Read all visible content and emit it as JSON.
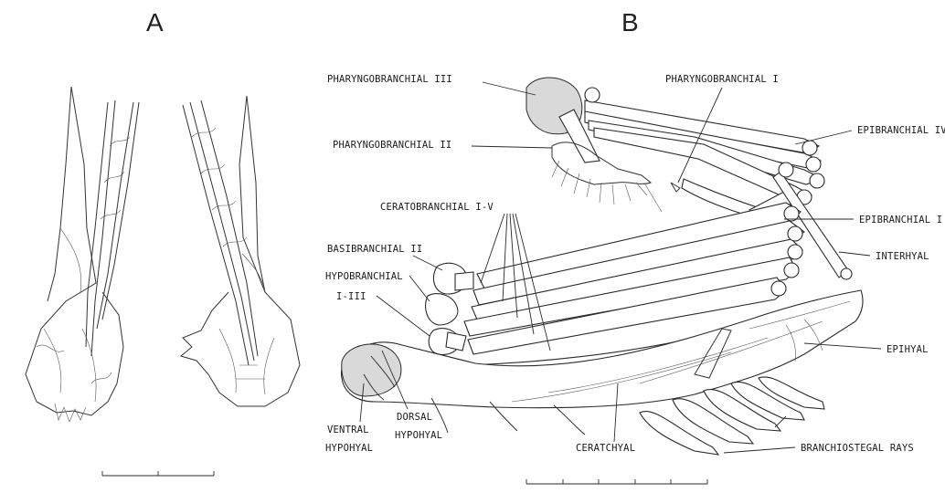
{
  "panels": {
    "a": "A",
    "b": "B"
  },
  "labels": {
    "pharyngobranchial_iii": "PHARYNGOBRANCHIAL III",
    "pharyngobranchial_i": "PHARYNGOBRANCHIAL I",
    "pharyngobranchial_ii": "PHARYNGOBRANCHIAL II",
    "epibranchial_iv": "EPIBRANCHIAL IV",
    "ceratobranchial": "CERATOBRANCHIAL I-V",
    "epibranchial_i": "EPIBRANCHIAL I",
    "basibranchial_ii": "BASIBRANCHIAL II",
    "interhyal": "INTERHYAL",
    "hypobranchial": "HYPOBRANCHIAL",
    "hypobranchial_range": "I-III",
    "epihyal": "EPIHYAL",
    "ventral_hypohyal_1": "VENTRAL",
    "ventral_hypohyal_2": "HYPOHYAL",
    "dorsal_hypohyal_1": "DORSAL",
    "dorsal_hypohyal_2": "HYPOHYAL",
    "ceratohyal": "CERATCHYAL",
    "branchiostegal_rays": "BRANCHIOSTEGAL RAYS"
  }
}
